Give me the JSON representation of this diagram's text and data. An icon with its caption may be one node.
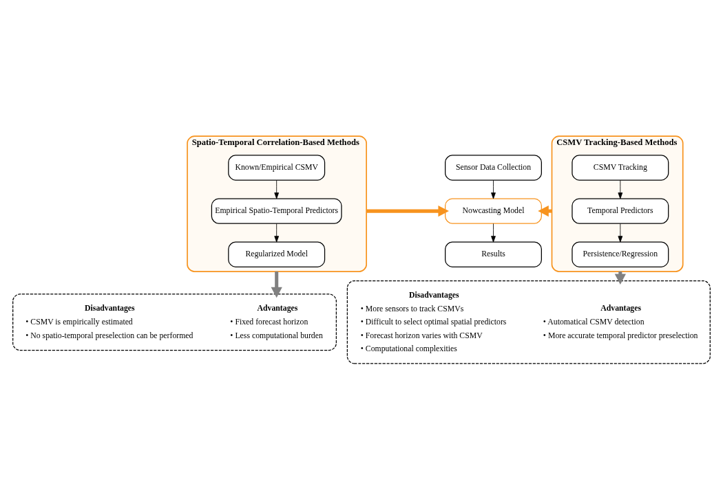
{
  "diagram": {
    "nodes": [
      {
        "text": [
          "Spatio-Temporal Correlation-Based Methods"
        ]
      },
      {
        "text": [
          "Known/Empirical CSMV"
        ],
        "in": 0
      },
      {
        "text": [
          "Empirical Spatio-Temporal Predictors"
        ],
        "in": 0
      },
      {
        "text": [
          "Regularized Model"
        ],
        "in": 0
      },
      {
        "text": [
          "Sensor Data Collection"
        ]
      },
      {
        "text": [
          "Nowcasting Model"
        ]
      },
      {
        "text": [
          "Results"
        ]
      },
      {
        "text": [
          "CSMV Tracking-Based Methods"
        ]
      },
      {
        "text": [
          "CSMV Tracking"
        ],
        "in": 7
      },
      {
        "text": [
          "Temporal Predictors"
        ],
        "in": 7
      },
      {
        "text": [
          "Persistence/Regression"
        ],
        "in": 7
      },
      {
        "text": [],
        "shape": "box"
      },
      {
        "text": [
          "Advantages",
          "• Fixed forecast horizon",
          "• Less computational burden"
        ],
        "in": 11
      },
      {
        "text": [
          "Disadvantages",
          "• CSMV is empirically estimated",
          "• No spatio-temporal preselection can be performed"
        ],
        "in": 11
      },
      {
        "text": [],
        "shape": "box"
      },
      {
        "text": [
          "Advantages",
          "• Automatical CSMV detection",
          "• More accurate temporal predictor preselection"
        ],
        "in": 14
      },
      {
        "text": [
          "Disadvantages",
          "• More sensors to track CSMVs",
          "• Difficult to select optimal spatial predictors",
          "• Forecast horizon varies with CSMV",
          "• Computational complexities"
        ],
        "in": 14
      }
    ],
    "edges": [
      {
        "from": 1,
        "to": 2,
        "arrow": "to"
      },
      {
        "from": 2,
        "to": 3,
        "arrow": "to"
      },
      {
        "from": 4,
        "to": 5,
        "arrow": "to"
      },
      {
        "from": 5,
        "to": 6,
        "arrow": "to"
      },
      {
        "from": 8,
        "to": 9,
        "arrow": "to"
      },
      {
        "from": 9,
        "to": 10,
        "arrow": "to"
      },
      {
        "from": 0,
        "to": 5,
        "arrow": "to",
        "style": "thick",
        "color": "#f7931e"
      },
      {
        "from": 7,
        "to": 5,
        "arrow": "to",
        "style": "thick",
        "color": "#f7931e"
      },
      {
        "from": 0,
        "to": 11,
        "arrow": "to",
        "style": "thick",
        "color": "#808080"
      },
      {
        "from": 7,
        "to": 14,
        "arrow": "to",
        "style": "thick",
        "color": "#808080"
      }
    ]
  }
}
